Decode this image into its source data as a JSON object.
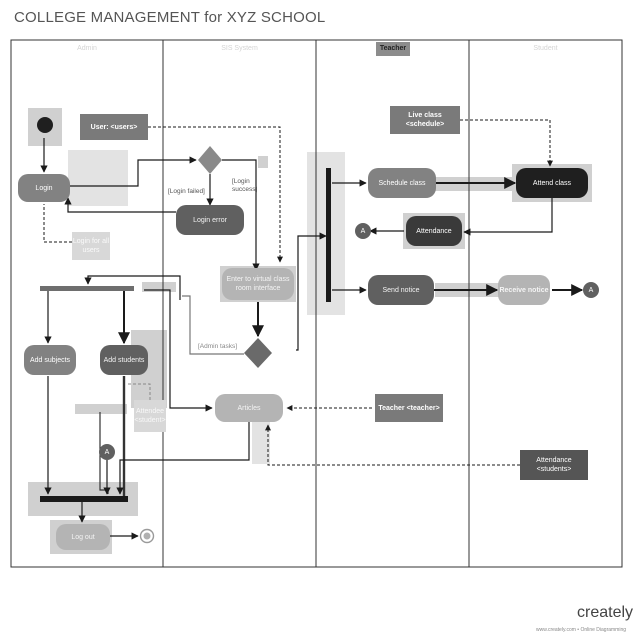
{
  "title": "COLLEGE MANAGEMENT for XYZ SCHOOL",
  "lanes": [
    "Admin",
    "SIS System",
    "Teacher",
    "Student"
  ],
  "nodes": {
    "user_box": "User: <users>",
    "login": "Login",
    "login_error": "Login error",
    "login_note": "Login for all users",
    "guard_failed": "[Login failed]",
    "guard_success": "[Login success]",
    "enter_virtual": "Enter to virtual class room interface",
    "admin_guard": "[Admin tasks]",
    "add_subjects": "Add subjects",
    "add_students": "Add students",
    "attendee_note": "Attendee <student>",
    "articles": "Articles",
    "log_out": "Log out",
    "schedule_class": "Schedule class",
    "live_class": "Live class <schedule>",
    "attend_class": "Attend class",
    "attendance": "Attendance",
    "send_notice": "Send notice",
    "receive_notice": "Receive notice",
    "teacher_box": "Teacher <teacher>",
    "attendance_box": "Attendance <students>",
    "connector_a": "A"
  },
  "logo": "creately",
  "logo_sub": "www.creately.com • Online Diagramming",
  "colors": {
    "line": "#1a1a1a",
    "dark_node": "#606060",
    "black_node": "#1f1f1f",
    "light_node": "#b4b4b4",
    "note_box": "#7a7a7a"
  }
}
